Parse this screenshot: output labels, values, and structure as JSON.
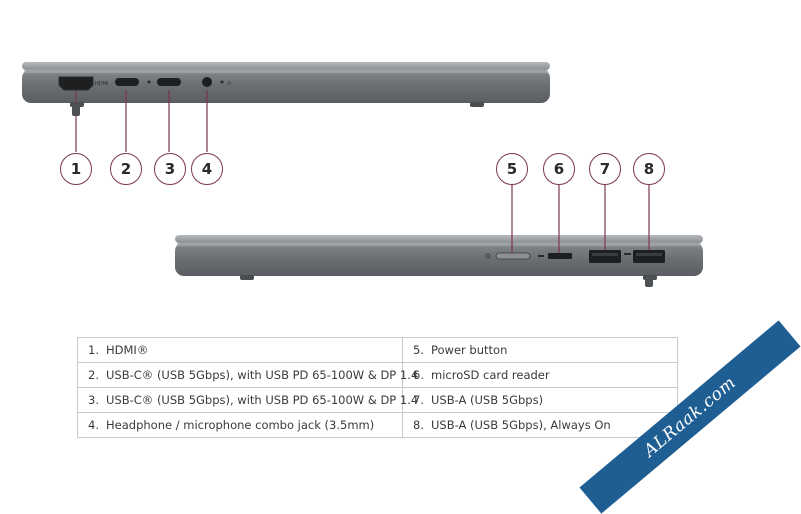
{
  "callouts": {
    "left_side": [
      "1",
      "2",
      "3",
      "4"
    ],
    "right_side": [
      "5",
      "6",
      "7",
      "8"
    ]
  },
  "port_list": {
    "left_column": [
      {
        "num": "1.",
        "label": "HDMI®"
      },
      {
        "num": "2.",
        "label": "USB-C® (USB 5Gbps), with USB PD 65-100W & DP 1.4"
      },
      {
        "num": "3.",
        "label": "USB-C® (USB 5Gbps), with USB PD 65-100W & DP 1.4"
      },
      {
        "num": "4.",
        "label": "Headphone / microphone combo jack (3.5mm)"
      }
    ],
    "right_column": [
      {
        "num": "5.",
        "label": "Power button"
      },
      {
        "num": "6.",
        "label": "microSD card reader"
      },
      {
        "num": "7.",
        "label": "USB-A (USB 5Gbps)"
      },
      {
        "num": "8.",
        "label": "USB-A (USB 5Gbps), Always On"
      }
    ]
  },
  "port_markings": {
    "hdmi": "HDMI"
  },
  "watermark": "ALRaak.com",
  "colors": {
    "callout_border": "#7a3555",
    "leader_line": "#7a3555",
    "chassis": "#6f7276",
    "chassis_dark": "#4d5054",
    "watermark_bg": "#1f5e93"
  }
}
